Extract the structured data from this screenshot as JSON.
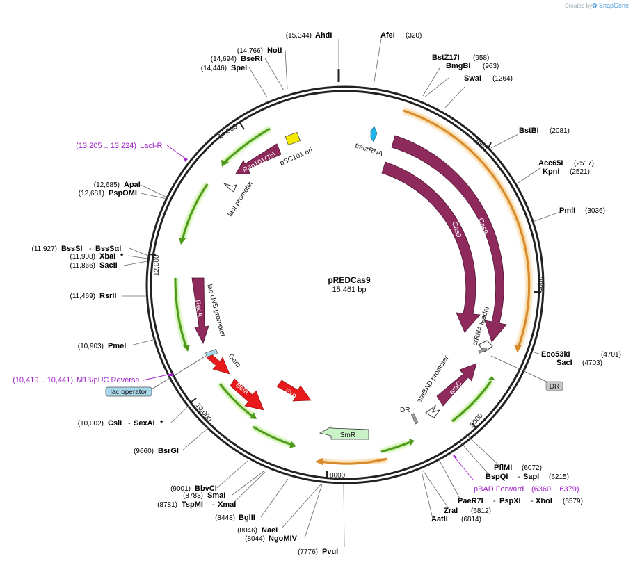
{
  "watermark": {
    "prefix": "Created by",
    "brand": "SnapGene"
  },
  "plasmid": {
    "name": "pREDCas9",
    "length": "15,461 bp"
  },
  "tick_labels": [
    "2000",
    "4000",
    "6000",
    "8000",
    "10,000",
    "12,000",
    "14,000"
  ],
  "features": {
    "cas9_outer": "Cas9",
    "cas9_inner": "Cas9",
    "tracrrna": "tracrRNA",
    "crrna_leader": "crRNA leader",
    "arac": "araC",
    "arabad_promoter": "araBAD promoter",
    "dr_inner": "DR",
    "smr": "SmR",
    "exo": "Exo",
    "beta": "Beta",
    "gam": "Gam",
    "reca": "RecA",
    "lac_uv5": "lac UV5 promoter",
    "rep101": "Rep101(Ts)",
    "psc101": "pSC101 ori",
    "laci_promoter": "lacI promoter"
  },
  "tags": {
    "dr": "DR",
    "lac_operator": "lac operator"
  },
  "primers": {
    "laci_r": {
      "pos": "(13,205 .. 13,224)",
      "name": "LacI-R"
    },
    "m13": {
      "pos": "(10,419 .. 10,441)",
      "name": "M13/pUC Reverse"
    },
    "pbad": {
      "name": "pBAD Forward",
      "pos": "(6360 .. 6379)"
    }
  },
  "enzymes": {
    "ahdi": {
      "pos": "(15,344)",
      "name": "AhdI"
    },
    "afei": {
      "name": "AfeI",
      "pos": "(320)"
    },
    "bstz17i": {
      "name": "BstZ17I",
      "pos": "(958)"
    },
    "bmgbi": {
      "name": "BmgBI",
      "pos": "(963)"
    },
    "swai": {
      "name": "SwaI",
      "pos": "(1264)"
    },
    "bstbi": {
      "name": "BstBI",
      "pos": "(2081)"
    },
    "acc65i": {
      "name": "Acc65I",
      "pos": "(2517)"
    },
    "kpni": {
      "name": "KpnI",
      "pos": "(2521)"
    },
    "pmli": {
      "name": "PmlI",
      "pos": "(3036)"
    },
    "eco53ki": {
      "name": "Eco53kI",
      "pos": "(4701)"
    },
    "saci": {
      "name": "SacI",
      "pos": "(4703)"
    },
    "pflmi": {
      "name": "PflMI",
      "pos": "(6072)"
    },
    "bspqi": {
      "name": "BspQI",
      "sep": "-",
      "name2": "SapI",
      "pos": "(6215)"
    },
    "paer7i": {
      "name": "PaeR7I",
      "sep": "-",
      "name2": "PspXI",
      "sep2": "-",
      "name3": "XhoI",
      "pos": "(6579)"
    },
    "zrai": {
      "name": "ZraI",
      "pos": "(6812)"
    },
    "aatii": {
      "name": "AatII",
      "pos": "(6814)"
    },
    "pvui": {
      "pos": "(7776)",
      "name": "PvuI"
    },
    "ngomiv": {
      "pos": "(8044)",
      "name": "NgoMIV"
    },
    "naei": {
      "pos": "(8046)",
      "name": "NaeI"
    },
    "bglii": {
      "pos": "(8448)",
      "name": "BglII"
    },
    "tspmi": {
      "pos": "(8781)",
      "name": "TspMI",
      "sep": "-",
      "name2": "XmaI"
    },
    "smai": {
      "pos": "(8783)",
      "name": "SmaI"
    },
    "bbvci": {
      "pos": "(9001)",
      "name": "BbvCI"
    },
    "bsrgi": {
      "pos": "(9660)",
      "name": "BsrGI"
    },
    "csii": {
      "pos": "(10,002)",
      "name": "CsiI",
      "sep": "-",
      "name2": "SexAI",
      "star": "*"
    },
    "pmei": {
      "pos": "(10,903)",
      "name": "PmeI"
    },
    "rsrii": {
      "pos": "(11,469)",
      "name": "RsrII"
    },
    "sacii": {
      "pos": "(11,866)",
      "name": "SacII"
    },
    "xbai": {
      "pos": "(11,908)",
      "name": "XbaI",
      "star": "*"
    },
    "bsssi": {
      "pos": "(11,927)",
      "name": "BssSI",
      "sep": "-",
      "name2": "BssSαI"
    },
    "pspomi": {
      "pos": "(12,681)",
      "name": "PspOMI"
    },
    "apai": {
      "pos": "(12,685)",
      "name": "ApaI"
    },
    "spei": {
      "pos": "(14,446)",
      "name": "SpeI"
    },
    "bseri": {
      "pos": "(14,694)",
      "name": "BseRI"
    },
    "noti": {
      "pos": "(14,766)",
      "name": "NotI"
    }
  },
  "colors": {
    "backbone": "#222222",
    "cds": "#8e2a5c",
    "red_cds": "#e8191b",
    "promoter_green": "#4f9a1c",
    "orange": "#d88a2b",
    "primer": "#a020c8",
    "smr_fill": "#c9f2c7",
    "psc101_fill": "#f4ea00",
    "tracr_fill": "#20b4e8"
  }
}
